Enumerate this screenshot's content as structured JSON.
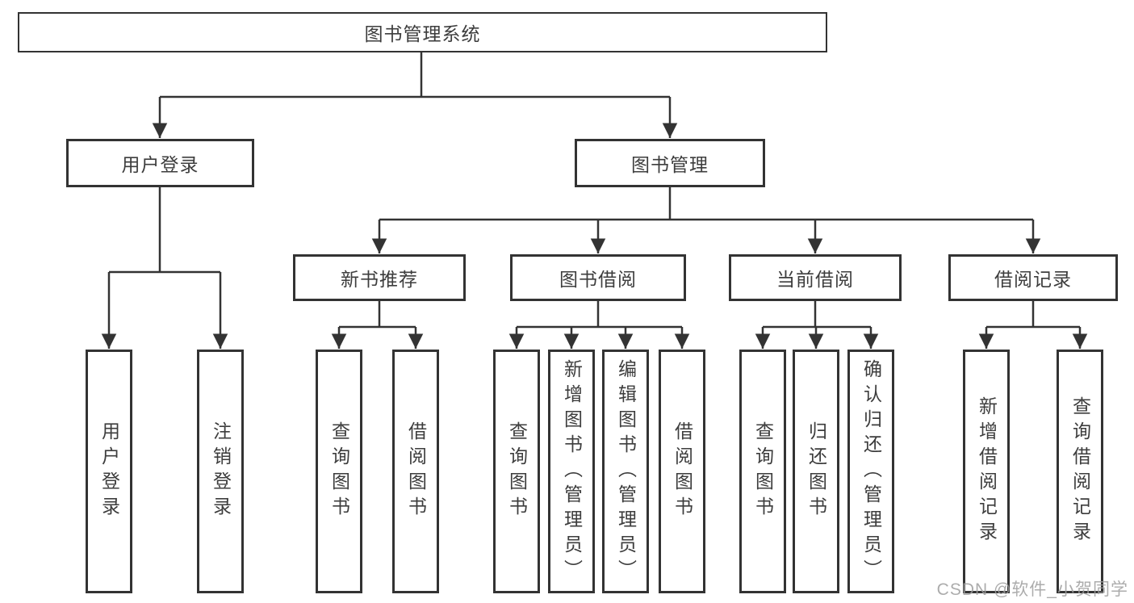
{
  "diagram": {
    "title": "图书管理系统",
    "branches": [
      {
        "label": "用户登录",
        "children": [
          "用户登录",
          "注销登录"
        ]
      },
      {
        "label": "图书管理",
        "sections": [
          {
            "label": "新书推荐",
            "children": [
              "查询图书",
              "借阅图书"
            ]
          },
          {
            "label": "图书借阅",
            "children": [
              "查询图书",
              "新增图书（管理员）",
              "编辑图书（管理员）",
              "借阅图书"
            ]
          },
          {
            "label": "当前借阅",
            "children": [
              "查询图书",
              "归还图书",
              "确认归还（管理员）"
            ]
          },
          {
            "label": "借阅记录",
            "children": [
              "新增借阅记录",
              "查询借阅记录"
            ]
          }
        ]
      }
    ],
    "colors": {
      "line": "#333333",
      "text": "#3d3d3d",
      "background": "#ffffff"
    }
  },
  "watermark": {
    "text": "CSDN @软件_小贺同学"
  }
}
